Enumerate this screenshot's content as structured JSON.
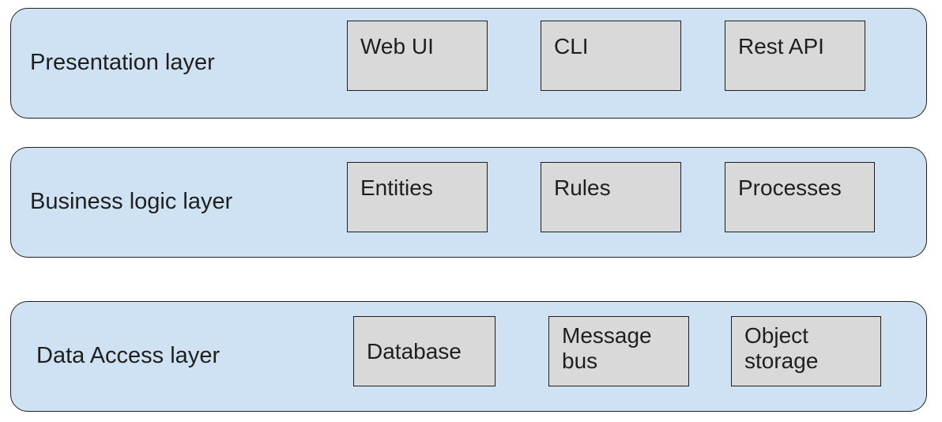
{
  "layers": [
    {
      "label": "Presentation layer",
      "components": [
        "Web UI",
        "CLI",
        "Rest API"
      ]
    },
    {
      "label": "Business logic layer",
      "components": [
        "Entities",
        "Rules",
        "Processes"
      ]
    },
    {
      "label": "Data Access layer",
      "components": [
        "Database",
        "Message bus",
        "Object storage"
      ],
      "component_lines": [
        [
          "Database"
        ],
        [
          "Message",
          "bus"
        ],
        [
          "Object",
          "storage"
        ]
      ]
    }
  ],
  "colors": {
    "layer_fill": "#cfe2f3",
    "component_fill": "#d9d9d9",
    "border": "#1f1f1f",
    "text": "#1f1f1f"
  }
}
